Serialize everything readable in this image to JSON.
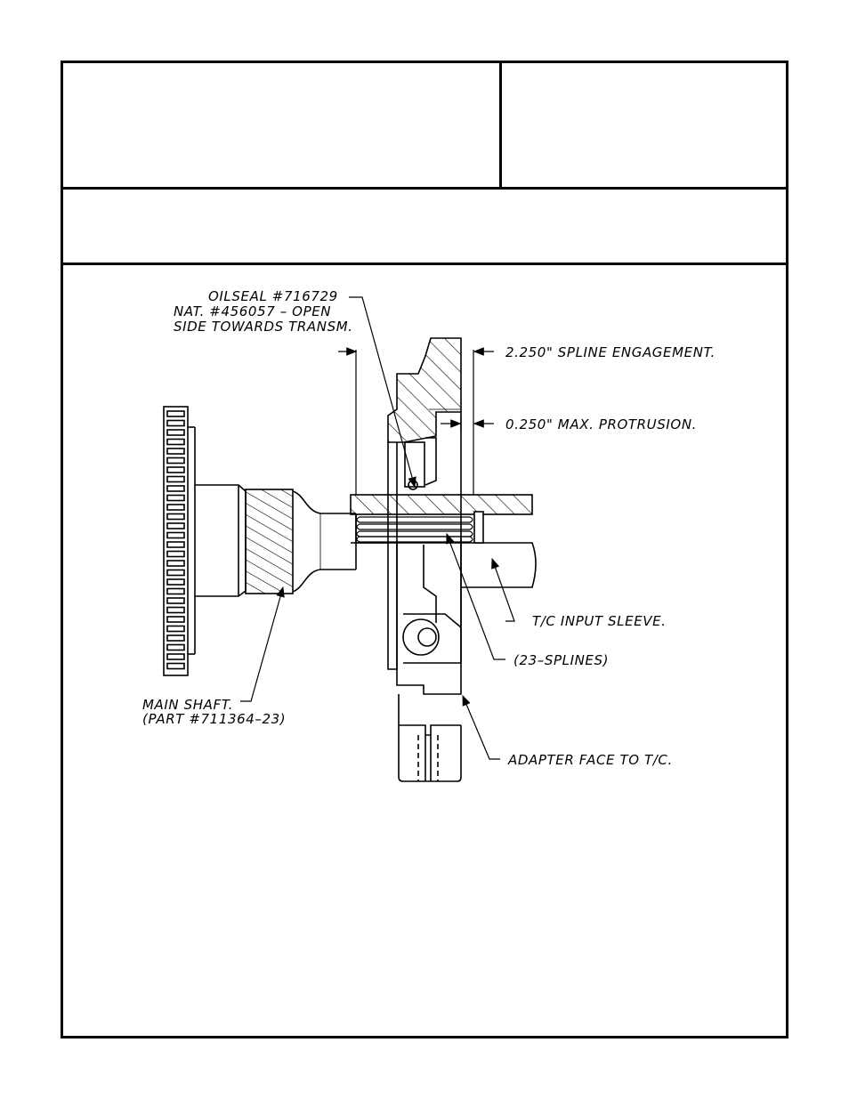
{
  "title_block": {
    "main_title": "",
    "side_info": "",
    "subtitle": ""
  },
  "callouts": {
    "oilseal_line1": "OILSEAL  #716729",
    "oilseal_line2": "NAT.  #456057  –  OPEN",
    "oilseal_line3": "SIDE  TOWARDS  TRANSM.",
    "spline_engagement": "2.250\"  SPLINE  ENGAGEMENT.",
    "max_protrusion": "0.250\"  MAX.  PROTRUSION.",
    "input_sleeve": "T/C  INPUT  SLEEVE.",
    "splines": "(23–SPLINES)",
    "main_shaft_line1": "MAIN  SHAFT.",
    "main_shaft_line2": "(PART  #711364–23)",
    "adapter_face": "ADAPTER  FACE  TO  T/C."
  },
  "colors": {
    "ink": "#000000",
    "paper": "#ffffff"
  }
}
